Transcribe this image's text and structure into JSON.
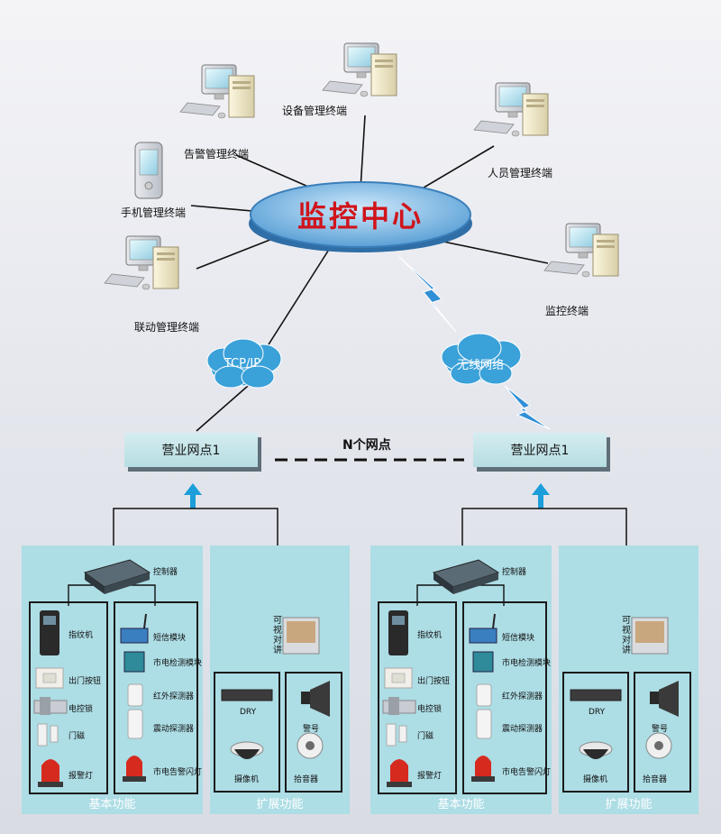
{
  "center": {
    "title": "监控中心"
  },
  "terminals": {
    "device": "设备管理终端",
    "alarm": "告警管理终端",
    "personnel": "人员管理终端",
    "mobile": "手机管理终端",
    "linkage": "联动管理终端",
    "monitor": "监控终端"
  },
  "networks": {
    "tcpip": "TCP/IP",
    "wireless": "无线网络"
  },
  "sites": {
    "left": "营业网点1",
    "right": "营业网点1",
    "between": "N个网点"
  },
  "branch": {
    "controller": "控制器",
    "basic_items": [
      "指纹机",
      "出门按钮",
      "电控锁",
      "门磁",
      "报警灯"
    ],
    "sensor_items": [
      "短信模块",
      "市电检测模块",
      "红外探测器",
      "震动探测器",
      "市电告警闪灯"
    ],
    "intercom": "可视对讲",
    "dvr": "DRY",
    "camera": "摄像机",
    "siren": "警号",
    "mic": "拾音器",
    "basic_title": "基本功能",
    "ext_title": "扩展功能"
  },
  "colors": {
    "hub_text": "#d0141b",
    "panel": "#addde5",
    "arrow": "#1b9ed9",
    "cloud": "#3aa1d9"
  }
}
